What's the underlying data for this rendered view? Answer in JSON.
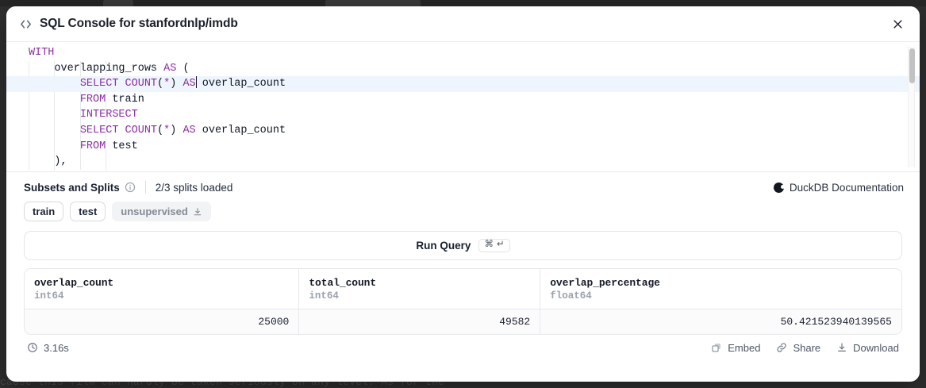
{
  "background": {
    "text": "cause this film can hardly be taken seriously on any level. As for the"
  },
  "modal": {
    "icon": "code-brackets-icon",
    "title": "SQL Console for stanfordnlp/imdb",
    "close_label": "×"
  },
  "editor": {
    "lines": [
      {
        "indent": 0,
        "tokens": [
          {
            "t": "kw",
            "s": "WITH"
          }
        ]
      },
      {
        "indent": 1,
        "tokens": [
          {
            "t": "txt",
            "s": "overlapping_rows "
          },
          {
            "t": "kw",
            "s": "AS"
          },
          {
            "t": "txt",
            "s": " ("
          }
        ]
      },
      {
        "indent": 2,
        "active": true,
        "tokens": [
          {
            "t": "kw",
            "s": "SELECT COUNT"
          },
          {
            "t": "txt",
            "s": "("
          },
          {
            "t": "kw",
            "s": "*"
          },
          {
            "t": "txt",
            "s": ") "
          },
          {
            "t": "kw",
            "s": "AS"
          },
          {
            "t": "caret",
            "s": ""
          },
          {
            "t": "txt",
            "s": " overlap_count"
          }
        ]
      },
      {
        "indent": 2,
        "tokens": [
          {
            "t": "kw",
            "s": "FROM"
          },
          {
            "t": "txt",
            "s": " train"
          }
        ]
      },
      {
        "indent": 2,
        "tokens": [
          {
            "t": "kw",
            "s": "INTERSECT"
          }
        ]
      },
      {
        "indent": 2,
        "tokens": [
          {
            "t": "kw",
            "s": "SELECT COUNT"
          },
          {
            "t": "txt",
            "s": "("
          },
          {
            "t": "kw",
            "s": "*"
          },
          {
            "t": "txt",
            "s": ") "
          },
          {
            "t": "kw",
            "s": "AS"
          },
          {
            "t": "txt",
            "s": " overlap_count"
          }
        ]
      },
      {
        "indent": 2,
        "tokens": [
          {
            "t": "kw",
            "s": "FROM"
          },
          {
            "t": "txt",
            "s": " test"
          }
        ]
      },
      {
        "indent": 1,
        "tokens": [
          {
            "t": "txt",
            "s": "),"
          }
        ]
      }
    ],
    "keyword_color": "#8b2fa0",
    "active_line_color": "#eff5fd"
  },
  "subsets": {
    "title": "Subsets and Splits",
    "info_icon": "info-icon",
    "splits_loaded": "2/3 splits loaded",
    "docs_link": "DuckDB Documentation",
    "chips": [
      {
        "label": "train",
        "muted": false,
        "has_download": false
      },
      {
        "label": "test",
        "muted": false,
        "has_download": false
      },
      {
        "label": "unsupervised",
        "muted": true,
        "has_download": true
      }
    ]
  },
  "run": {
    "label": "Run Query",
    "shortcut_cmd": "⌘",
    "shortcut_enter": "↵"
  },
  "results": {
    "columns": [
      {
        "name": "overlap_count",
        "type": "int64"
      },
      {
        "name": "total_count",
        "type": "int64"
      },
      {
        "name": "overlap_percentage",
        "type": "float64"
      }
    ],
    "rows": [
      [
        "25000",
        "49582",
        "50.421523940139565"
      ]
    ],
    "timing": "3.16s",
    "actions": [
      {
        "label": "Embed",
        "icon": "copy-icon"
      },
      {
        "label": "Share",
        "icon": "link-icon"
      },
      {
        "label": "Download",
        "icon": "download-icon"
      }
    ]
  }
}
